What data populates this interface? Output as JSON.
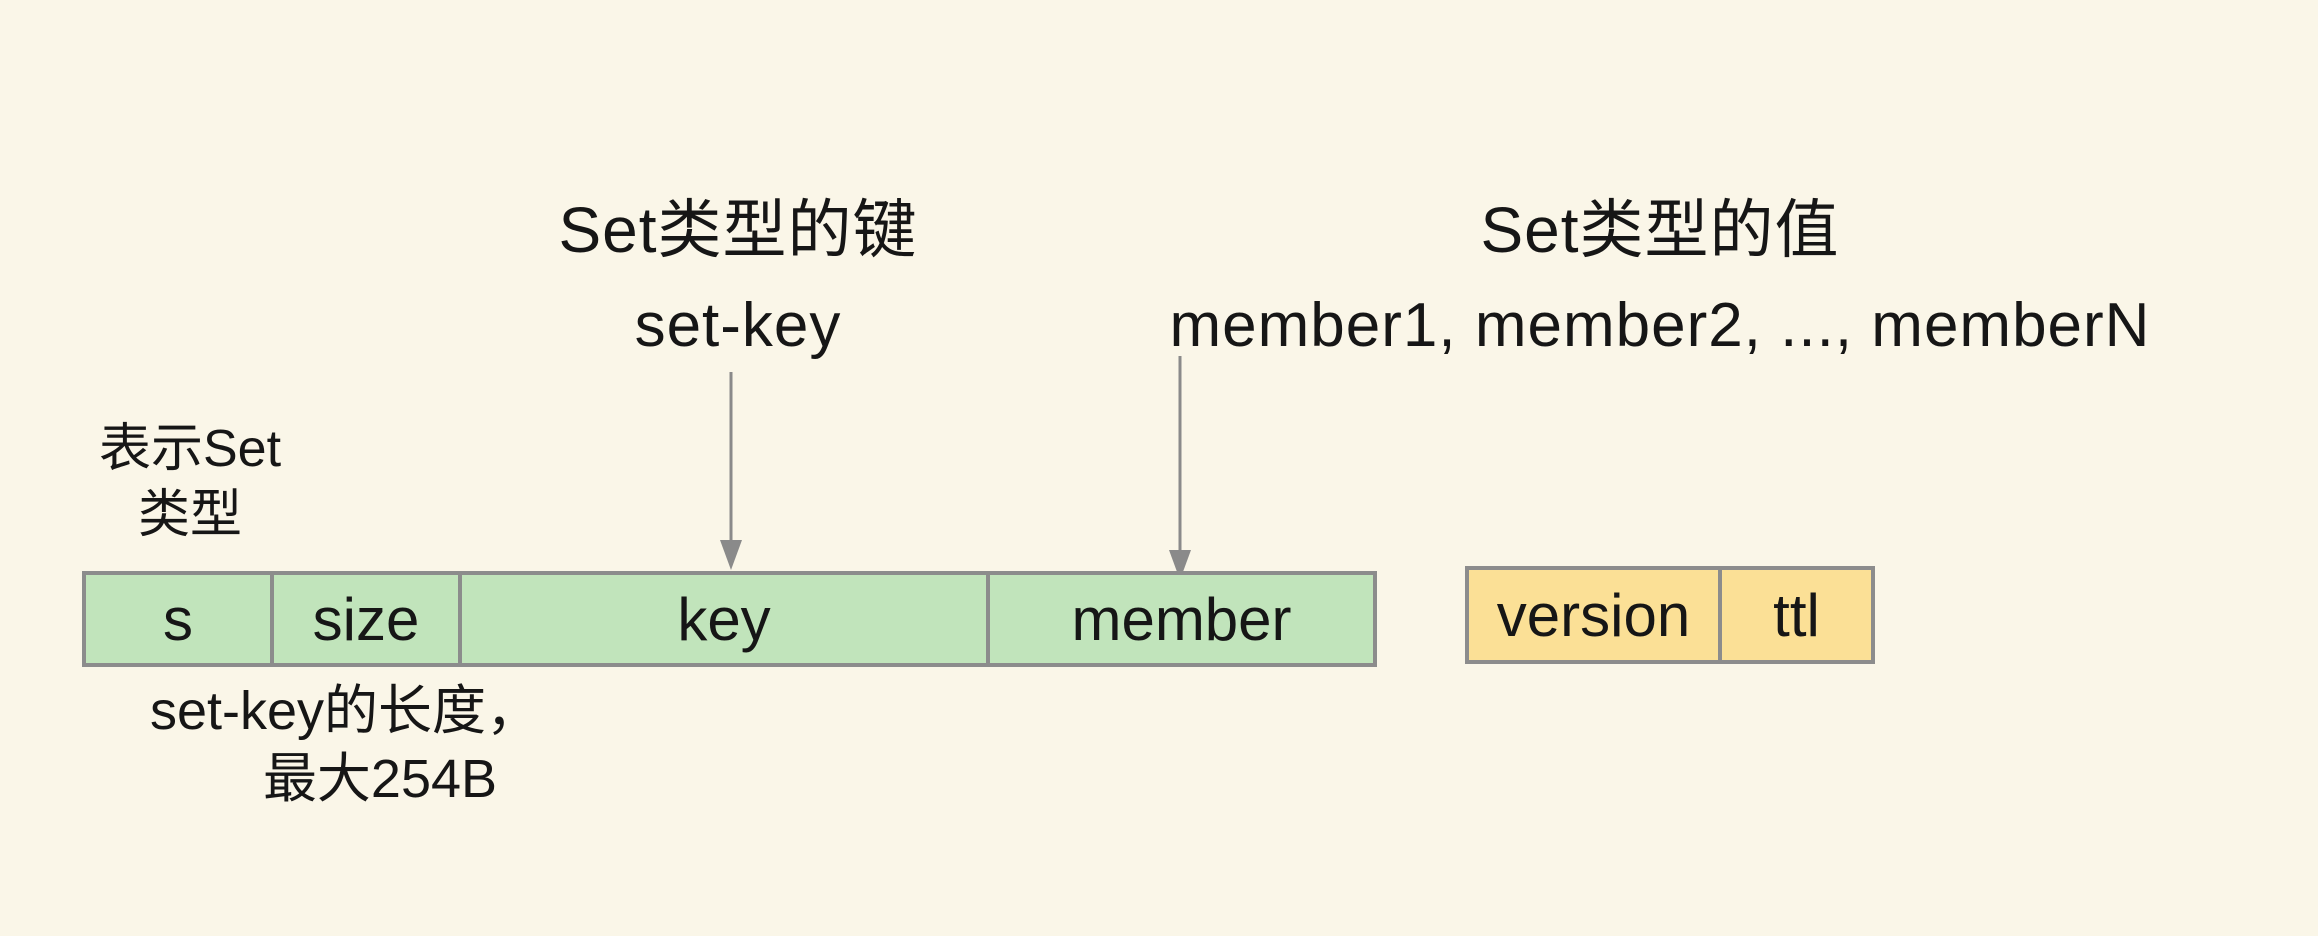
{
  "titles": {
    "key": {
      "line1": "Set类型的键",
      "line2": "set-key"
    },
    "value": {
      "line1": "Set类型的值",
      "line2": "member1, member2, ..., memberN"
    }
  },
  "annotations": {
    "type_label": {
      "line1": "表示Set",
      "line2": "类型"
    },
    "length_label": {
      "line1": "set-key的长度，",
      "line2": "最大254B"
    }
  },
  "structure": {
    "main_row": {
      "cells": [
        "s",
        "size",
        "key",
        "member"
      ]
    },
    "meta_row": {
      "cells": [
        "version",
        "ttl"
      ]
    }
  },
  "icons": {
    "arrow_to_key": "down-arrow",
    "arrow_to_member": "down-arrow"
  },
  "colors": {
    "background": "#FAF6E8",
    "cell_green": "#C1E4BB",
    "cell_yellow": "#FBE096",
    "border_gray": "#8C8C8C",
    "arrow_gray": "#8A8A8A",
    "text": "#161616"
  }
}
